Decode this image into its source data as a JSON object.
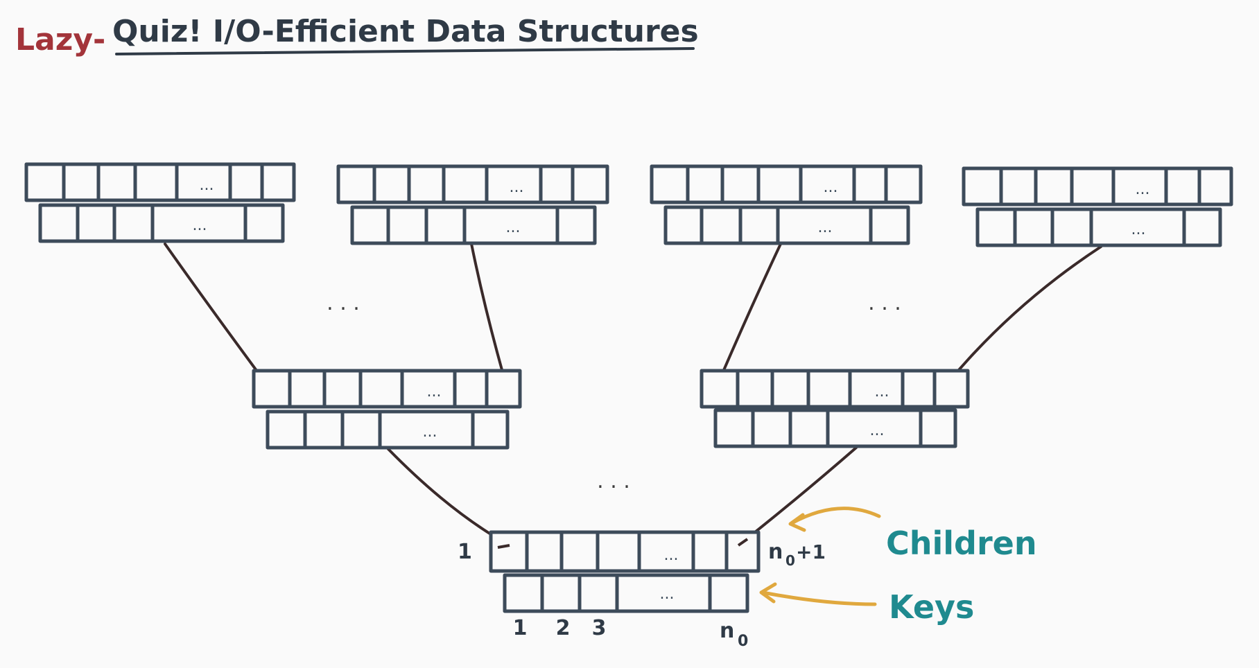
{
  "title": {
    "prefix": "Lazy-",
    "main": "Quiz! I/O-Efficient Data Structures"
  },
  "node_ellipsis": "...",
  "level_ellipsis": ". . .",
  "root": {
    "children_start": "1",
    "children_end": "n",
    "children_end_sub": "0",
    "children_end_suffix": "+1",
    "key_1": "1",
    "key_2": "2",
    "key_3": "3",
    "key_last": "n",
    "key_last_sub": "0"
  },
  "legend": {
    "children_label": "Children",
    "keys_label": "Keys"
  },
  "colors": {
    "ink": "#3d4b5a",
    "edge": "#3a2a2a",
    "title_lazy": "#a3343a",
    "title_main": "#2f3a46",
    "legend_text": "#1f8a8f",
    "legend_arrow": "#e0a83e"
  }
}
